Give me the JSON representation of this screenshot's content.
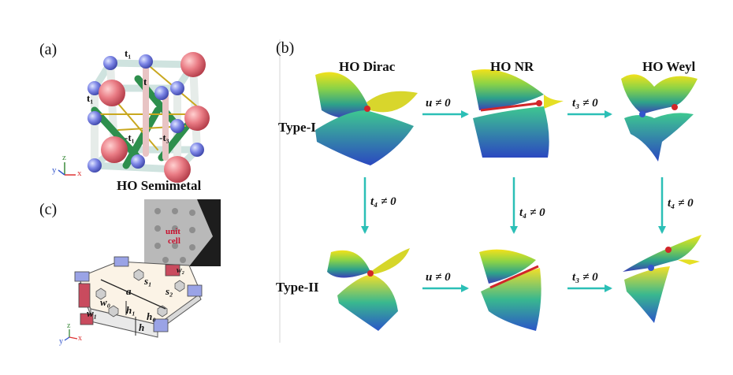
{
  "panel_a": {
    "label": "(a)",
    "caption": "HO Semimetal",
    "hopping_labels": [
      "t₁",
      "t",
      "t₁",
      "-t₁",
      "-t₃"
    ],
    "axes": [
      "x",
      "y",
      "z"
    ]
  },
  "panel_b": {
    "label": "(b)",
    "columns": [
      "HO Dirac",
      "HO NR",
      "HO Weyl"
    ],
    "rows": [
      "Type-I",
      "Type-II"
    ],
    "arrows_horizontal": [
      "u ≠ 0",
      "t₃ ≠ 0",
      "u ≠ 0",
      "t₃ ≠ 0"
    ],
    "arrows_vertical": [
      "t₄ ≠ 0",
      "t₄ ≠ 0",
      "t₄ ≠ 0"
    ],
    "colors": {
      "arrow": "#2bbfb6",
      "node_red": "#d1262a",
      "node_blue": "#3355cc"
    }
  },
  "panel_c": {
    "label": "(c)",
    "inset_label": [
      "unit",
      "cell"
    ],
    "dims": [
      "a",
      "s₁",
      "w₀",
      "w₁",
      "s₂",
      "h₁",
      "h₀",
      "h",
      "w₂"
    ],
    "axes": [
      "x",
      "y",
      "z"
    ]
  }
}
